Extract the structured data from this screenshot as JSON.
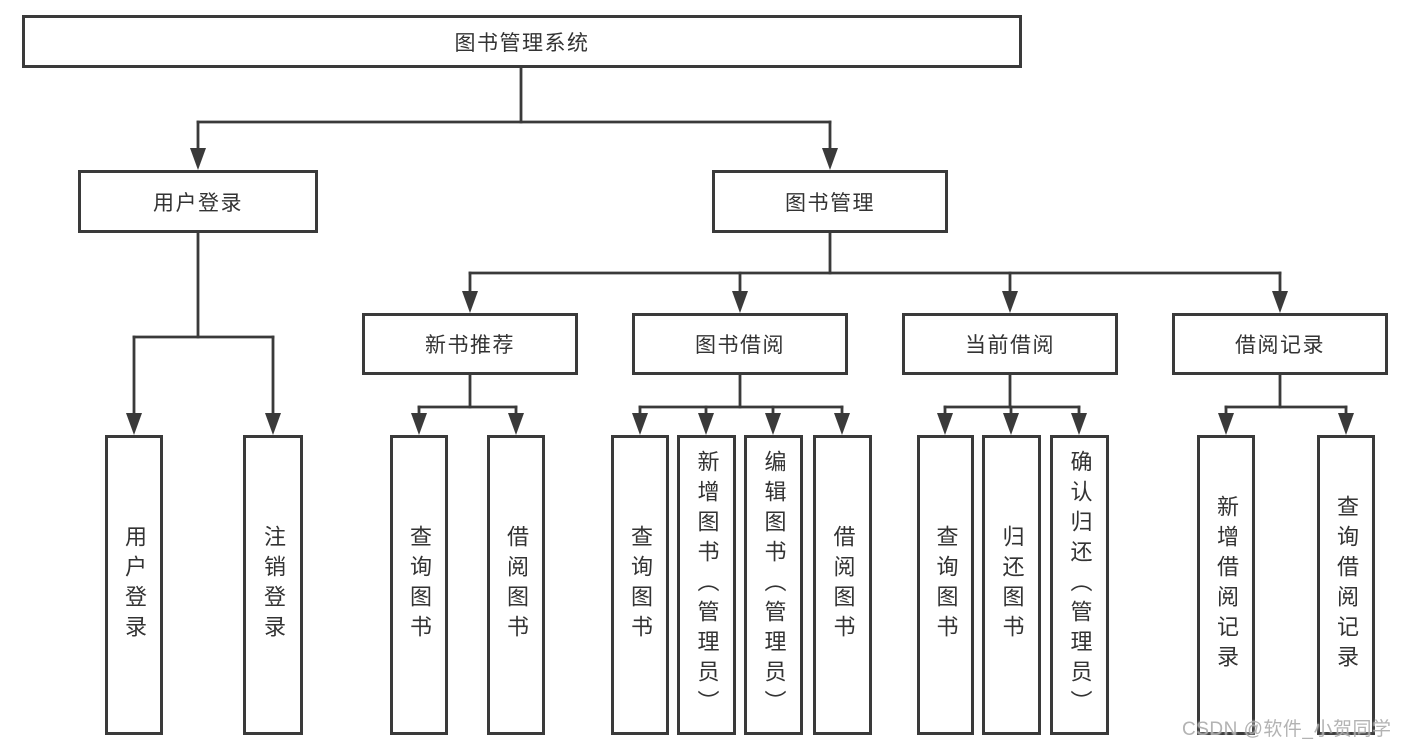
{
  "diagram": {
    "type": "hierarchy-tree",
    "tree": {
      "label": "图书管理系统",
      "children": [
        {
          "label": "用户登录",
          "children": [
            {
              "label": "用户登录"
            },
            {
              "label": "注销登录"
            }
          ]
        },
        {
          "label": "图书管理",
          "children": [
            {
              "label": "新书推荐",
              "children": [
                {
                  "label": "查询图书"
                },
                {
                  "label": "借阅图书"
                }
              ]
            },
            {
              "label": "图书借阅",
              "children": [
                {
                  "label": "查询图书"
                },
                {
                  "label": "新增图书（管理员）"
                },
                {
                  "label": "编辑图书（管理员）"
                },
                {
                  "label": "借阅图书"
                }
              ]
            },
            {
              "label": "当前借阅",
              "children": [
                {
                  "label": "查询图书"
                },
                {
                  "label": "归还图书"
                },
                {
                  "label": "确认归还（管理员）"
                }
              ]
            },
            {
              "label": "借阅记录",
              "children": [
                {
                  "label": "新增借阅记录"
                },
                {
                  "label": "查询借阅记录"
                }
              ]
            }
          ]
        }
      ]
    },
    "colors": {
      "line": "#3a3a3a",
      "text": "#333333",
      "background": "#ffffff",
      "watermark": "#a8a8a8"
    }
  },
  "watermark": {
    "text": "CSDN @软件_小贺同学"
  }
}
